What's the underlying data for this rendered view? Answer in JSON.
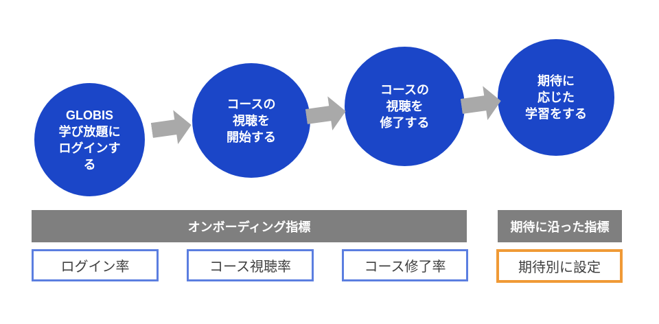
{
  "flow": {
    "steps": [
      {
        "name": "login",
        "label": "GLOBIS\n学び放題に\nログインす\nる"
      },
      {
        "name": "start-viewing",
        "label": "コースの\n視聴を\n開始する"
      },
      {
        "name": "complete-viewing",
        "label": "コースの\n視聴を\n修了する"
      },
      {
        "name": "expected-learning",
        "label": "期待に\n応じた\n学習をする"
      }
    ]
  },
  "bands": [
    {
      "label": "オンボーディング指標"
    },
    {
      "label": "期待に沿った指標"
    }
  ],
  "metrics": [
    {
      "label": "ログイン率",
      "style": "blue"
    },
    {
      "label": "コース視聴率",
      "style": "blue"
    },
    {
      "label": "コース修了率",
      "style": "blue"
    },
    {
      "label": "期待別に設定",
      "style": "orange"
    }
  ],
  "colors": {
    "circle_fill": "#1B46C8",
    "arrow_gray": "#A9A9A9",
    "band_gray": "#7F7F7F",
    "metric_border_blue": "#5B7EE0",
    "metric_border_orange": "#F09A36",
    "metric_text": "#404040",
    "circle_text": "#FFFFFF",
    "band_text": "#FFFFFF"
  }
}
